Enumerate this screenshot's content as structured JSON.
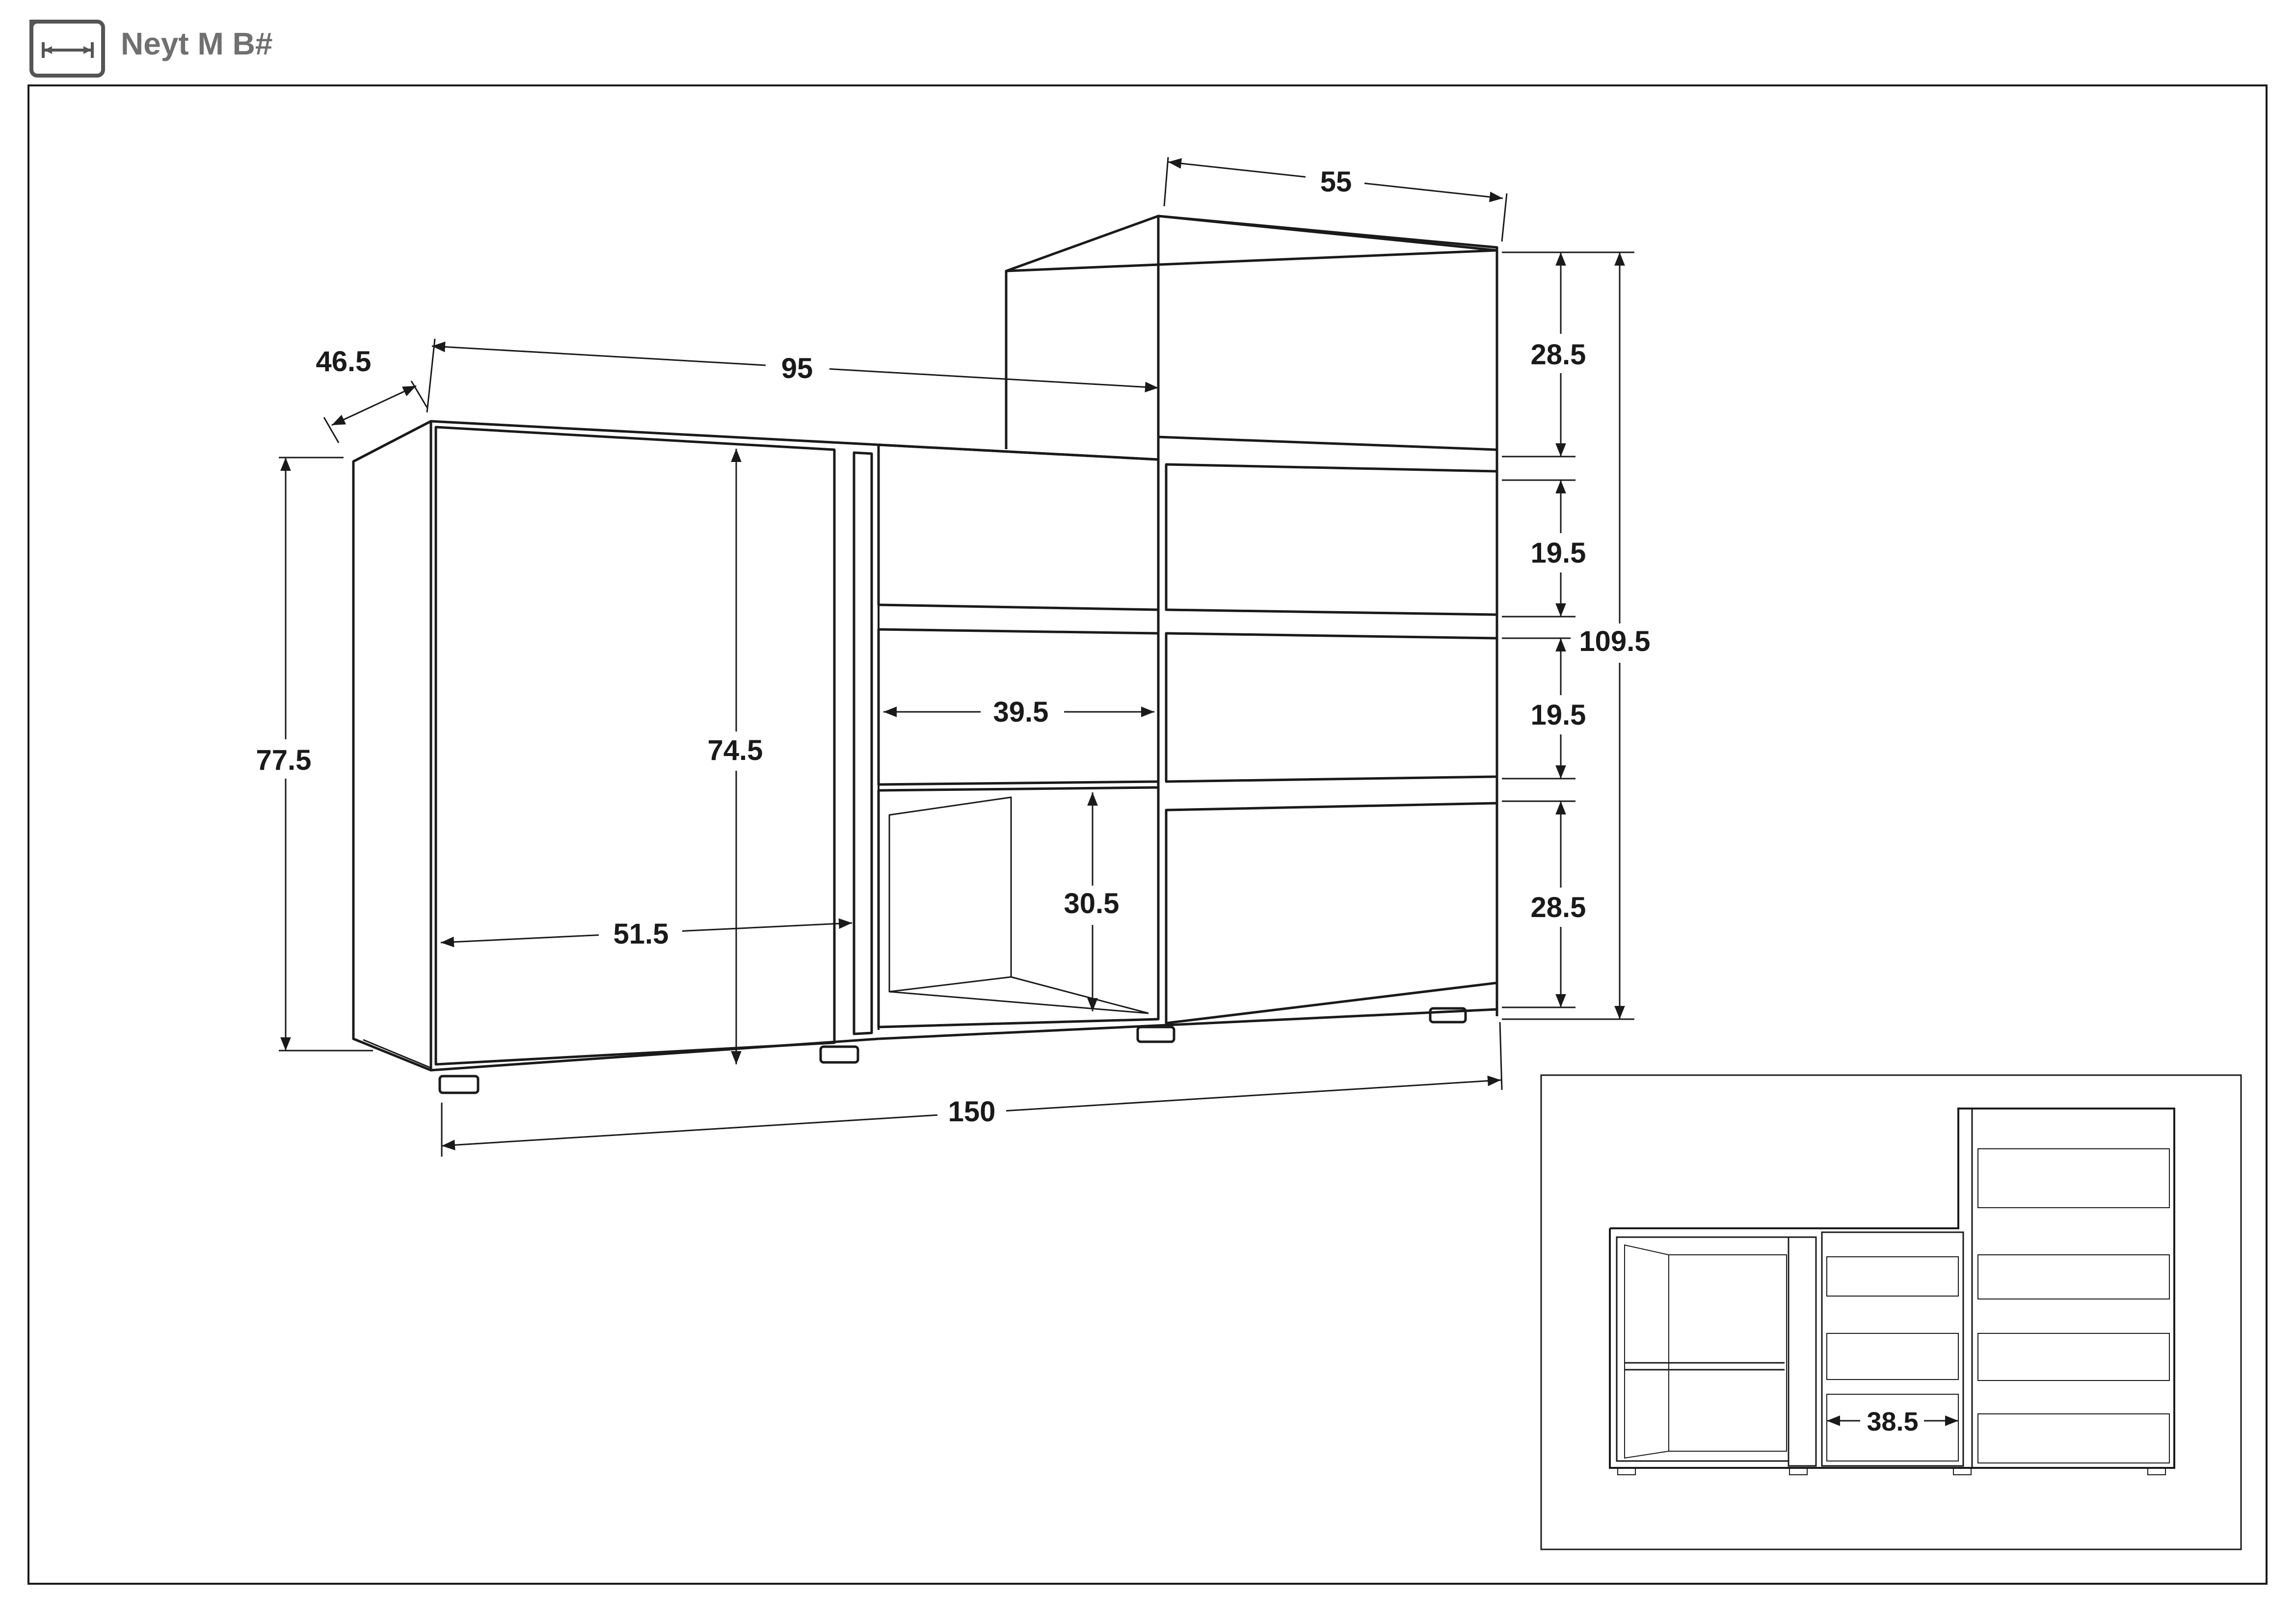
{
  "header": {
    "title": "Neyt M B#",
    "icon": "dimension-arrow-icon"
  },
  "main_view": {
    "dimensions": {
      "depth": "46.5",
      "top_width": "95",
      "upper_depth": "55",
      "upper_drawer_height": "28.5",
      "drawer_height_1": "19.5",
      "drawer_height_2": "19.5",
      "lower_drawer_height": "28.5",
      "total_height": "109.5",
      "side_height": "77.5",
      "door_height": "74.5",
      "door_width": "51.5",
      "drawer_width": "39.5",
      "shelf_height": "30.5",
      "total_width": "150"
    }
  },
  "inset_view": {
    "dimensions": {
      "inner_drawer_width": "38.5"
    }
  },
  "colors": {
    "line": "#1a1a1a",
    "header_text": "#707070",
    "background": "#ffffff"
  }
}
